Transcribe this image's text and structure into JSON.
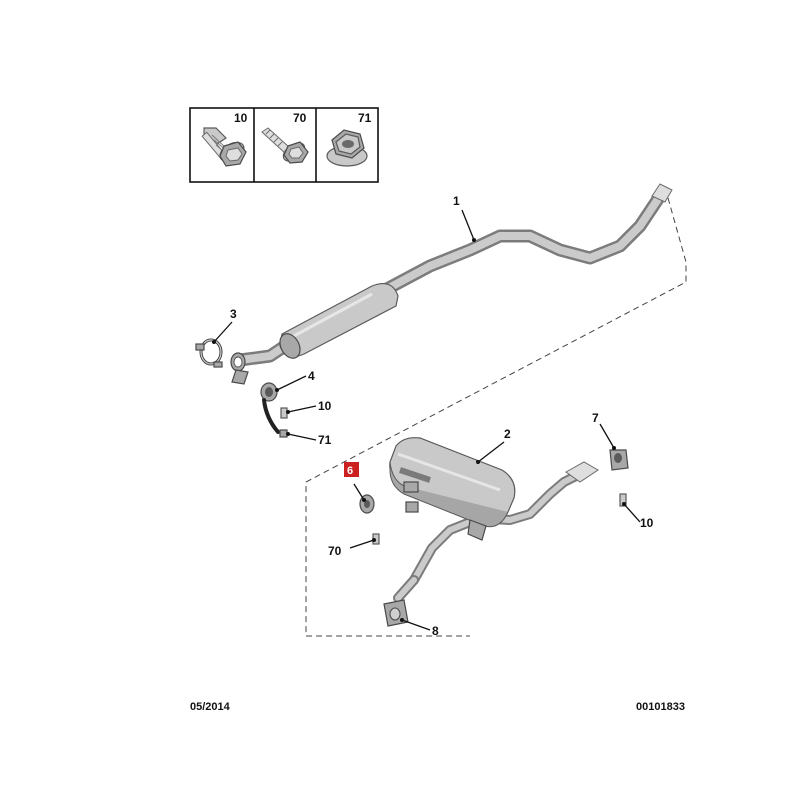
{
  "legend": {
    "items": [
      {
        "ref": "10",
        "icon": "flange-bolt-icon"
      },
      {
        "ref": "70",
        "icon": "screw-icon"
      },
      {
        "ref": "71",
        "icon": "flange-nut-icon"
      }
    ]
  },
  "callouts": {
    "c1": "1",
    "c2": "2",
    "c3": "3",
    "c4": "4",
    "c10a": "10",
    "c71": "71",
    "c6": "6",
    "c70": "70",
    "c7": "7",
    "c10b": "10",
    "c8": "8"
  },
  "footer": {
    "date": "05/2014",
    "reference": "00101833"
  },
  "colors": {
    "highlight": "#cc1f1f",
    "part_fill": "#c9c9c9",
    "outline": "#5a5a5a"
  }
}
